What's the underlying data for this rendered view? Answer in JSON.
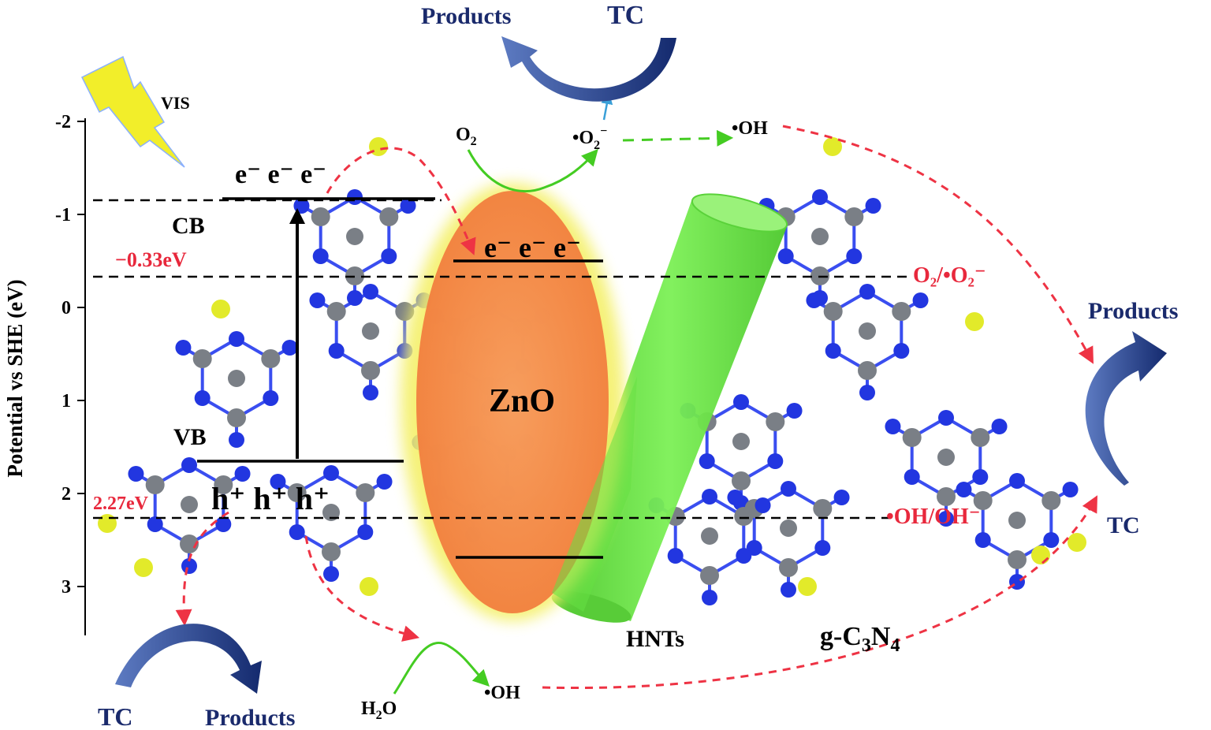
{
  "colors": {
    "dark_navy": "#1a2a6c",
    "arrow_blue": "#1f3d8a",
    "red_label": "#e8283c",
    "red_dash": "#ee3344",
    "green_arrow": "#44cc22",
    "zno_fill": "#f58a4a",
    "zno_glow": "#f4f06a",
    "hnt_green": "#66e044",
    "lightning": "#f2ee2a",
    "atom_blue": "#2236e0",
    "atom_gray": "#7a7f86",
    "atom_yellow": "#e2ea2a",
    "bond_blue": "#3a4ef0"
  },
  "axis": {
    "label": "Potential vs SHE (eV)",
    "ticks": [
      "-2",
      "-1",
      "0",
      "1",
      "2",
      "3"
    ]
  },
  "labels": {
    "vis": "VIS",
    "cb": "CB",
    "vb": "VB",
    "cb_potential": "−0.33eV",
    "vb_potential": "2.27eV",
    "electrons_left": "e⁻ e⁻ e⁻",
    "electrons_zno": "e⁻ e⁻ e⁻",
    "holes": "h⁺ h⁺ h⁺",
    "zno": "ZnO",
    "hnts": "HNTs",
    "gcn_prefix": "g-C",
    "gcn_sub1": "3",
    "gcn_mid": "N",
    "gcn_sub2": "4",
    "o2_base": "O",
    "o2_sub": "2",
    "superoxide_base": "•O",
    "superoxide_sub": "2",
    "superoxide_sup": "−",
    "oh_top": "•OH",
    "oh_bottom": "•OH",
    "h2o_base": "H",
    "h2o_sub": "2",
    "h2o_tail": "O",
    "couple_o2": "O₂/•O₂⁻",
    "couple_oh": "•OH/OH⁻",
    "tc_top": "TC",
    "products_top": "Products",
    "tc_right": "TC",
    "products_right": "Products",
    "tc_bottom": "TC",
    "products_bottom": "Products"
  }
}
